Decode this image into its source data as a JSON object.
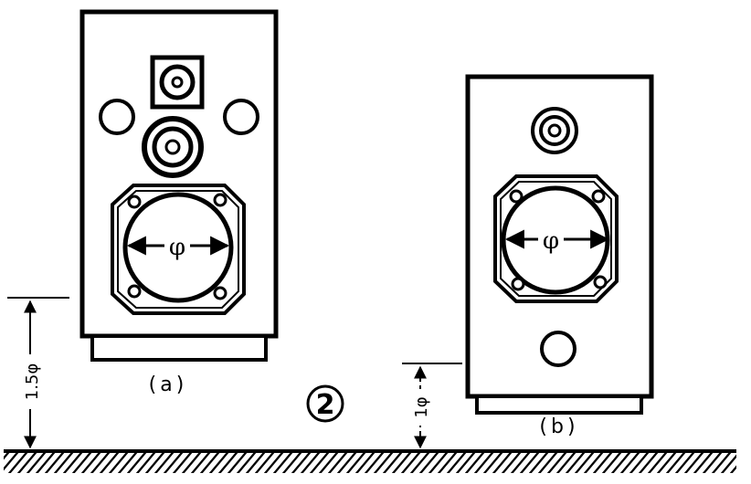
{
  "diagram": {
    "speaker_a": {
      "caption": "(a)",
      "diameter_symbol": "φ",
      "height_label": "1.5φ"
    },
    "speaker_b": {
      "caption": "(b)",
      "diameter_symbol": "φ",
      "height_label": "1φ"
    },
    "figure_number": "2"
  },
  "colors": {
    "ink": "#000000",
    "paper": "#ffffff"
  }
}
